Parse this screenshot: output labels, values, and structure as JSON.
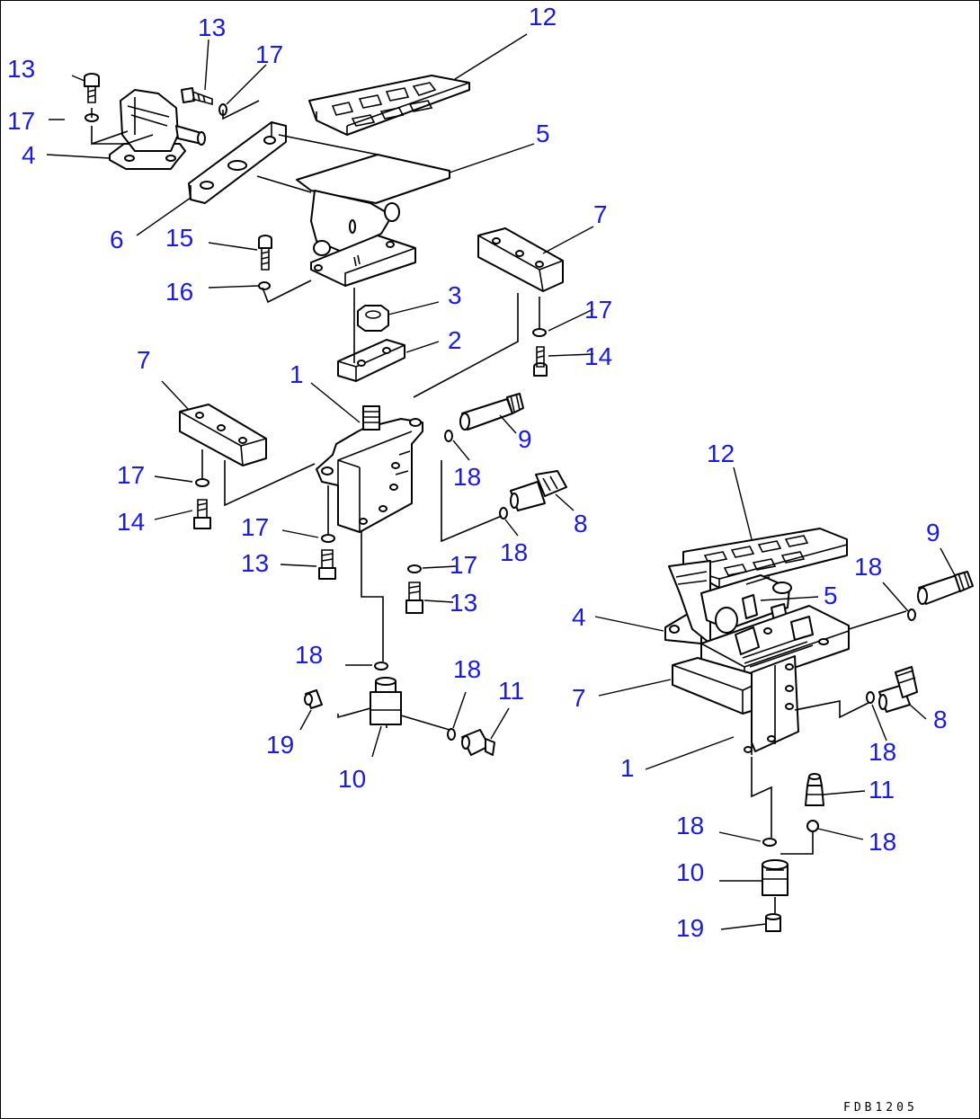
{
  "drawing_code": "FDB1205",
  "callouts": [
    {
      "id": "c-13a",
      "text": "13"
    },
    {
      "id": "c-13b",
      "text": "13"
    },
    {
      "id": "c-17a",
      "text": "17"
    },
    {
      "id": "c-17b",
      "text": "17"
    },
    {
      "id": "c-4a",
      "text": "4"
    },
    {
      "id": "c-12a",
      "text": "12"
    },
    {
      "id": "c-5a",
      "text": "5"
    },
    {
      "id": "c-6",
      "text": "6"
    },
    {
      "id": "c-15",
      "text": "15"
    },
    {
      "id": "c-16",
      "text": "16"
    },
    {
      "id": "c-3",
      "text": "3"
    },
    {
      "id": "c-2",
      "text": "2"
    },
    {
      "id": "c-7a",
      "text": "7"
    },
    {
      "id": "c-17c",
      "text": "17"
    },
    {
      "id": "c-14a",
      "text": "14"
    },
    {
      "id": "c-7b",
      "text": "7"
    },
    {
      "id": "c-1a",
      "text": "1"
    },
    {
      "id": "c-9a",
      "text": "9"
    },
    {
      "id": "c-18a",
      "text": "18"
    },
    {
      "id": "c-17d",
      "text": "17"
    },
    {
      "id": "c-14b",
      "text": "14"
    },
    {
      "id": "c-8a",
      "text": "8"
    },
    {
      "id": "c-17e",
      "text": "17"
    },
    {
      "id": "c-13c",
      "text": "13"
    },
    {
      "id": "c-18b",
      "text": "18"
    },
    {
      "id": "c-17f",
      "text": "17"
    },
    {
      "id": "c-13d",
      "text": "13"
    },
    {
      "id": "c-18c",
      "text": "18"
    },
    {
      "id": "c-18d",
      "text": "18"
    },
    {
      "id": "c-11a",
      "text": "11"
    },
    {
      "id": "c-19a",
      "text": "19"
    },
    {
      "id": "c-10a",
      "text": "10"
    },
    {
      "id": "c-12b",
      "text": "12"
    },
    {
      "id": "c-9b",
      "text": "9"
    },
    {
      "id": "c-18e",
      "text": "18"
    },
    {
      "id": "c-4b",
      "text": "4"
    },
    {
      "id": "c-5b",
      "text": "5"
    },
    {
      "id": "c-7c",
      "text": "7"
    },
    {
      "id": "c-8b",
      "text": "8"
    },
    {
      "id": "c-18f",
      "text": "18"
    },
    {
      "id": "c-1b",
      "text": "1"
    },
    {
      "id": "c-11b",
      "text": "11"
    },
    {
      "id": "c-18g",
      "text": "18"
    },
    {
      "id": "c-18h",
      "text": "18"
    },
    {
      "id": "c-10b",
      "text": "10"
    },
    {
      "id": "c-19b",
      "text": "19"
    }
  ]
}
